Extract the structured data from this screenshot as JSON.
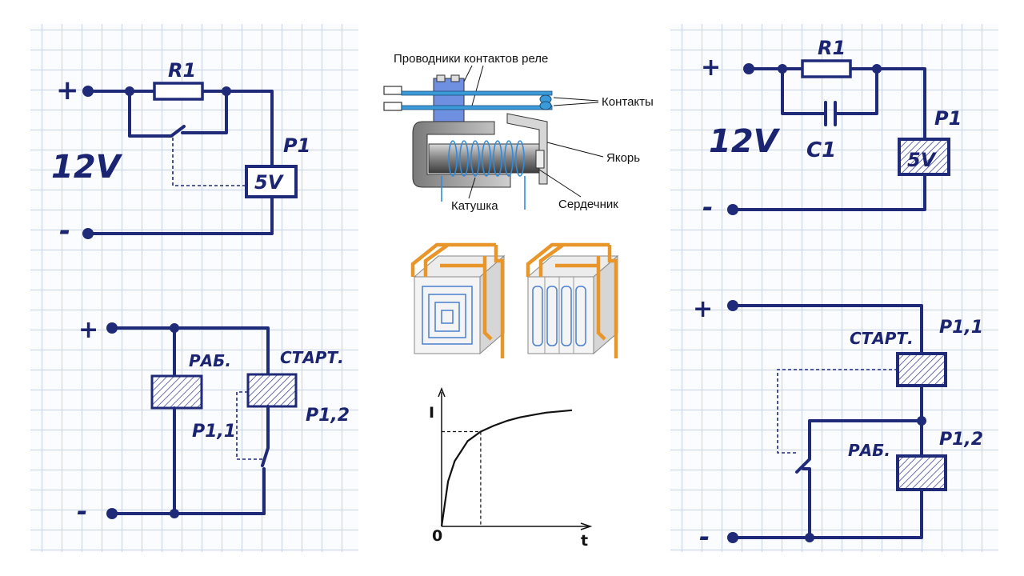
{
  "left_top": {
    "r1": "R1",
    "plus": "+",
    "voltage": "12V",
    "relay": "P1",
    "relay_rating": "5V",
    "minus": "-"
  },
  "left_bottom": {
    "plus": "+",
    "minus": "-",
    "work": "РАБ.",
    "start": "СТАРТ.",
    "p11": "P1,1",
    "p12": "P1,2"
  },
  "center_top": {
    "label_contact_conductors": "Проводники контактов реле",
    "label_contacts": "Контакты",
    "label_armature": "Якорь",
    "label_coil": "Катушка",
    "label_core": "Сердечник"
  },
  "center_graph": {
    "ylabel": "I",
    "xlabel": "t",
    "origin": "0"
  },
  "right_top": {
    "r1": "R1",
    "plus": "+",
    "voltage": "12V",
    "c1": "C1",
    "relay": "P1",
    "relay_rating": "5V",
    "minus": "-"
  },
  "right_bottom": {
    "plus": "+",
    "minus": "-",
    "start": "СТАРТ.",
    "p11": "P1,1",
    "work": "РАБ.",
    "p12": "P1,2"
  },
  "colors": {
    "ink": "#1f2a78",
    "grid": "#c7d2e4",
    "copper": "#e8952a",
    "coil_blue": "#3b8fd8"
  },
  "chart_data": {
    "type": "line",
    "title": "",
    "xlabel": "t",
    "ylabel": "I",
    "x": [
      0,
      0.5,
      1,
      2,
      3,
      4,
      5,
      6,
      7,
      8,
      9,
      10
    ],
    "y": [
      0,
      0.38,
      0.55,
      0.72,
      0.8,
      0.85,
      0.89,
      0.92,
      0.94,
      0.96,
      0.97,
      0.98
    ],
    "marker": {
      "x": 3,
      "y": 0.8
    },
    "xlim": [
      0,
      10.8
    ],
    "ylim": [
      0,
      1.08
    ]
  }
}
